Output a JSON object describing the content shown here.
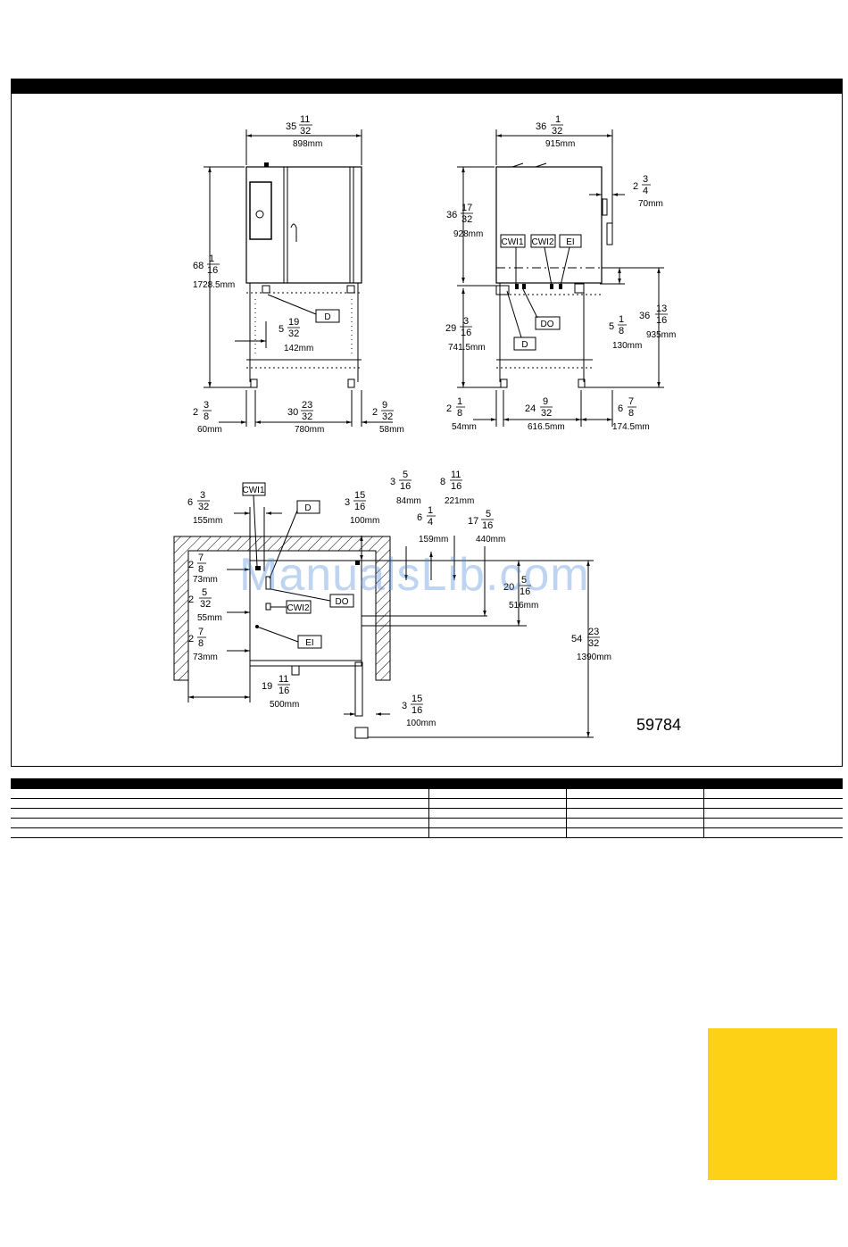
{
  "front_view": {
    "width_imperial": "35",
    "width_frac_num": "11",
    "width_frac_den": "32",
    "width_mm": "898mm",
    "height_imperial": "68",
    "height_frac_num": "1",
    "height_frac_den": "16",
    "height_mm": "1728.5mm",
    "drain_offset_imperial": "5",
    "drain_offset_num": "19",
    "drain_offset_den": "32",
    "drain_offset_mm": "142mm",
    "left_leg_imperial": "2",
    "left_leg_num": "3",
    "left_leg_den": "8",
    "left_leg_mm": "60mm",
    "leg_span_imperial": "30",
    "leg_span_num": "23",
    "leg_span_den": "32",
    "leg_span_mm": "780mm",
    "right_leg_imperial": "2",
    "right_leg_num": "9",
    "right_leg_den": "32",
    "right_leg_mm": "58mm",
    "label_d": "D"
  },
  "side_view": {
    "width_imperial": "36",
    "width_num": "1",
    "width_den": "32",
    "width_mm": "915mm",
    "body_height_imperial": "36",
    "body_height_num": "17",
    "body_height_den": "32",
    "body_height_mm": "928mm",
    "stand_height_imperial": "29",
    "stand_height_num": "3",
    "stand_height_den": "16",
    "stand_height_mm": "741.5mm",
    "handle_imperial": "2",
    "handle_num": "3",
    "handle_den": "4",
    "handle_mm": "70mm",
    "drop_imperial": "5",
    "drop_num": "1",
    "drop_den": "8",
    "drop_mm": "130mm",
    "conn_height_imperial": "36",
    "conn_height_num": "13",
    "conn_height_den": "16",
    "conn_height_mm": "935mm",
    "left_leg_imperial": "2",
    "left_leg_num": "1",
    "left_leg_den": "8",
    "left_leg_mm": "54mm",
    "leg_span_imperial": "24",
    "leg_span_num": "9",
    "leg_span_den": "32",
    "leg_span_mm": "616.5mm",
    "right_leg_imperial": "6",
    "right_leg_num": "7",
    "right_leg_den": "8",
    "right_leg_mm": "174.5mm",
    "label_cwi1": "CWI1",
    "label_cwi2": "CWI2",
    "label_ei": "EI",
    "label_do": "DO",
    "label_d": "D"
  },
  "plan_view": {
    "cwi1_offset_imperial": "6",
    "cwi1_offset_num": "3",
    "cwi1_offset_den": "32",
    "cwi1_offset_mm": "155mm",
    "wall_gap_imperial": "3",
    "wall_gap_num": "15",
    "wall_gap_den": "16",
    "wall_gap_mm": "100mm",
    "d1_imperial": "3",
    "d1_num": "5",
    "d1_den": "16",
    "d1_mm": "84mm",
    "d2_imperial": "6",
    "d2_num": "1",
    "d2_den": "4",
    "d2_mm": "159mm",
    "d3_imperial": "8",
    "d3_num": "11",
    "d3_den": "16",
    "d3_mm": "221mm",
    "d4_imperial": "17",
    "d4_num": "5",
    "d4_den": "16",
    "d4_mm": "440mm",
    "d5_imperial": "20",
    "d5_num": "5",
    "d5_den": "16",
    "d5_mm": "516mm",
    "depth_imperial": "54",
    "depth_num": "23",
    "depth_den": "32",
    "depth_mm": "1390mm",
    "s1_imperial": "2",
    "s1_num": "7",
    "s1_den": "8",
    "s1_mm": "73mm",
    "s2_imperial": "2",
    "s2_num": "5",
    "s2_den": "32",
    "s2_mm": "55mm",
    "s3_imperial": "2",
    "s3_num": "7",
    "s3_den": "8",
    "s3_mm": "73mm",
    "side_imperial": "19",
    "side_num": "11",
    "side_den": "16",
    "side_mm": "500mm",
    "rear_gap_imperial": "3",
    "rear_gap_num": "15",
    "rear_gap_den": "16",
    "rear_gap_mm": "100mm",
    "label_cwi1": "CWI1",
    "label_cwi2": "CWI2",
    "label_d": "D",
    "label_do": "DO",
    "label_ei": "EI"
  },
  "drawing_code": "59784",
  "watermark": "ManualsLib.com",
  "table": {
    "rows": 5
  },
  "colors": {
    "accent_yellow": "#fcd116",
    "header_black": "#000000",
    "watermark_blue": "#4a86d8"
  }
}
